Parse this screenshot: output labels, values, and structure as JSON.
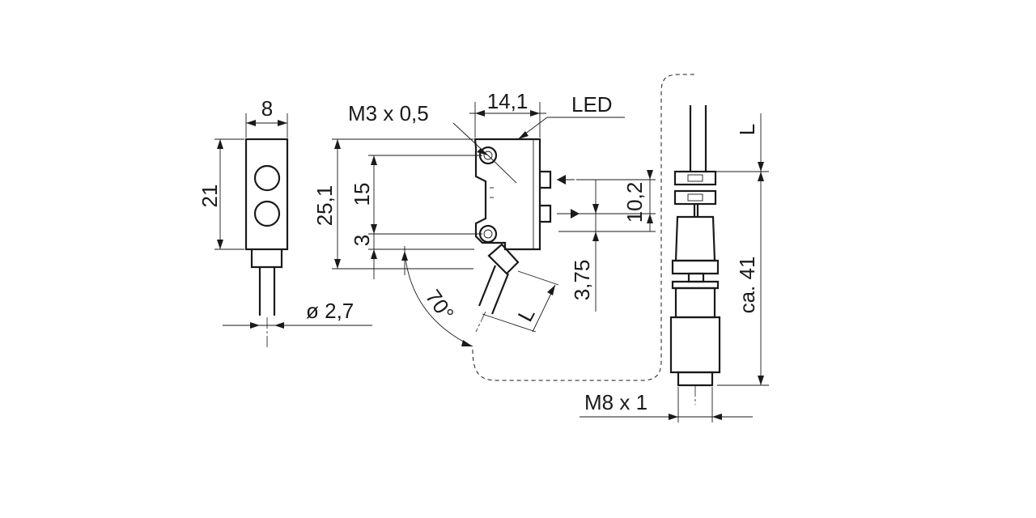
{
  "labels": {
    "width": "8",
    "height": "21",
    "cable_diameter": "ø 2,7",
    "thread": "M3 x 0,5",
    "depth": "14,1",
    "led": "LED",
    "body_height": "25,1",
    "hole_spacing": "15",
    "hole_offset": "3",
    "angle": "70°",
    "lens_spacing": "10,2",
    "cable_offset": "3,75",
    "cable_length": "L",
    "pigtail_length": "L",
    "connector_length": "ca. 41",
    "connector_thread": "M8 x 1"
  }
}
